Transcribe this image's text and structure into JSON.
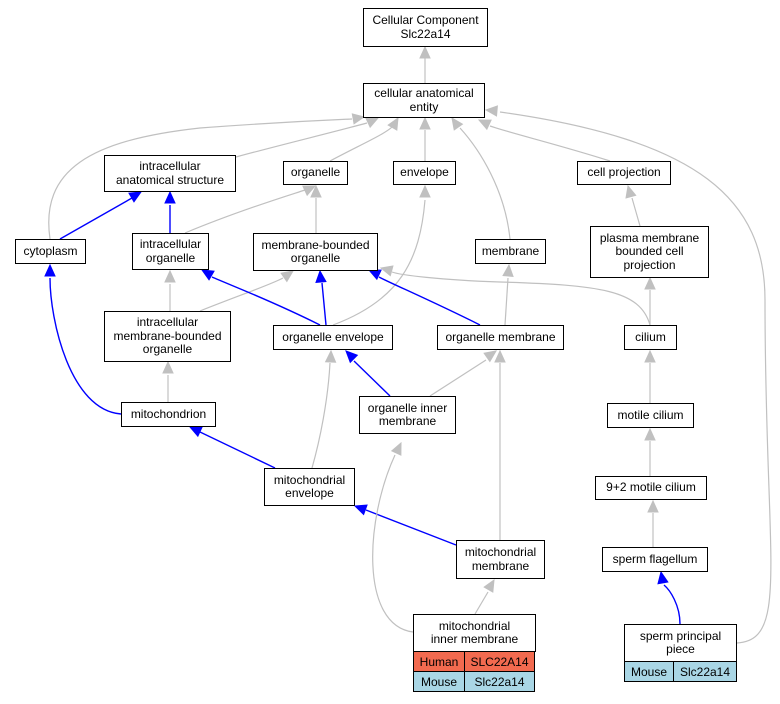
{
  "colors": {
    "is_a_edge": "#c0c0c0",
    "part_of_edge": "#0000ff",
    "human_row": "#f26a4f",
    "mouse_row": "#a9d6e5"
  },
  "nodes": {
    "cellular_component": "Cellular Component\nSlc22a14",
    "cellular_anatomical_entity": "cellular anatomical\nentity",
    "intracellular_anatomical_structure": "intracellular\nanatomical structure",
    "organelle": "organelle",
    "envelope": "envelope",
    "cell_projection": "cell projection",
    "cytoplasm": "cytoplasm",
    "intracellular_organelle": "intracellular\norganelle",
    "membrane_bounded_organelle": "membrane-bounded\norganelle",
    "membrane": "membrane",
    "plasma_membrane_bounded_cell_projection": "plasma membrane\nbounded cell\nprojection",
    "intracellular_membrane_bounded_organelle": "intracellular\nmembrane-bounded\norganelle",
    "organelle_envelope": "organelle envelope",
    "organelle_membrane": "organelle membrane",
    "cilium": "cilium",
    "mitochondrion": "mitochondrion",
    "organelle_inner_membrane": "organelle inner\nmembrane",
    "motile_cilium": "motile cilium",
    "mitochondrial_envelope": "mitochondrial\nenvelope",
    "motile_cilium_9_2": "9+2 motile cilium",
    "mitochondrial_membrane": "mitochondrial\nmembrane",
    "sperm_flagellum": "sperm flagellum",
    "mitochondrial_inner_membrane": "mitochondrial\ninner membrane",
    "sperm_principal_piece": "sperm principal\npiece"
  },
  "annotations": {
    "mitochondrial_inner_membrane": [
      {
        "species": "Human",
        "gene": "SLC22A14"
      },
      {
        "species": "Mouse",
        "gene": "Slc22a14"
      }
    ],
    "sperm_principal_piece": [
      {
        "species": "Mouse",
        "gene": "Slc22a14"
      }
    ]
  }
}
